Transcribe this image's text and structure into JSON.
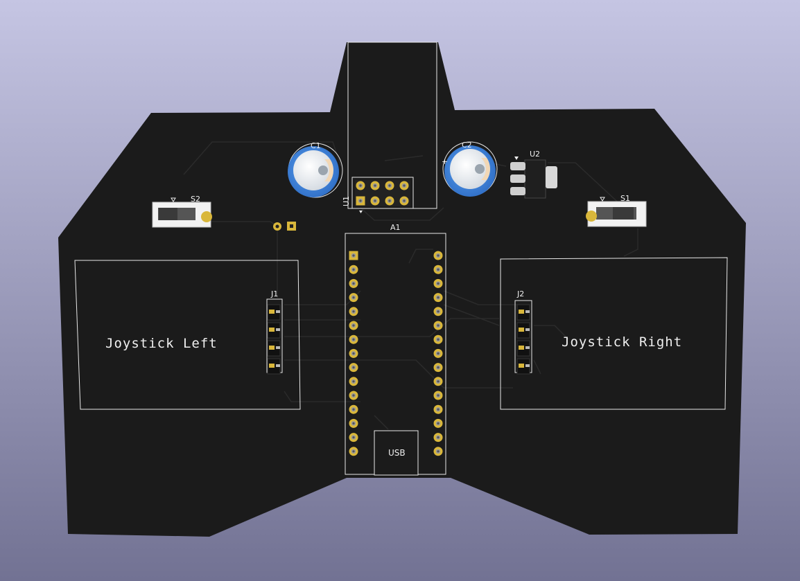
{
  "colors": {
    "background_top": "#c4c4e2",
    "background_bottom": "#737394",
    "board": "#1b1b1b",
    "silkscreen": "#f0f0f0",
    "pad_gold": "#d9b73b",
    "cap_blue": "#3f7fd6",
    "switch_white": "#f2f2f2"
  },
  "labels": {
    "joystick_left": "Joystick Left",
    "joystick_right": "Joystick Right",
    "usb": "USB"
  },
  "refs": {
    "c1": "C1",
    "c2": "C2",
    "u1": "U1",
    "u2": "U2",
    "a1": "A1",
    "s1": "S1",
    "s2": "S2",
    "j1": "J1",
    "j2": "J2",
    "plus": "+"
  }
}
